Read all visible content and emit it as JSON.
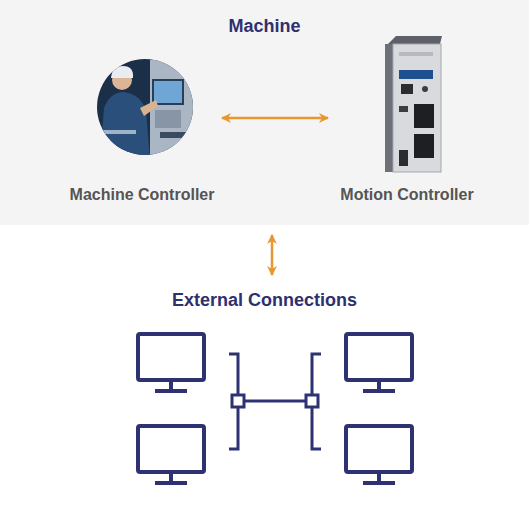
{
  "diagram": {
    "nodes": [
      {
        "text": [
          "Machine"
        ]
      },
      {
        "text": [
          "Machine Controller"
        ],
        "in": 0
      },
      {
        "text": [
          "Motion Controller"
        ],
        "in": 0
      },
      {
        "text": [
          "External Connections"
        ]
      }
    ],
    "edges": [
      {
        "from": 1,
        "to": 2,
        "arrow": "both"
      },
      {
        "from": 0,
        "to": 3,
        "arrow": "both"
      }
    ]
  }
}
